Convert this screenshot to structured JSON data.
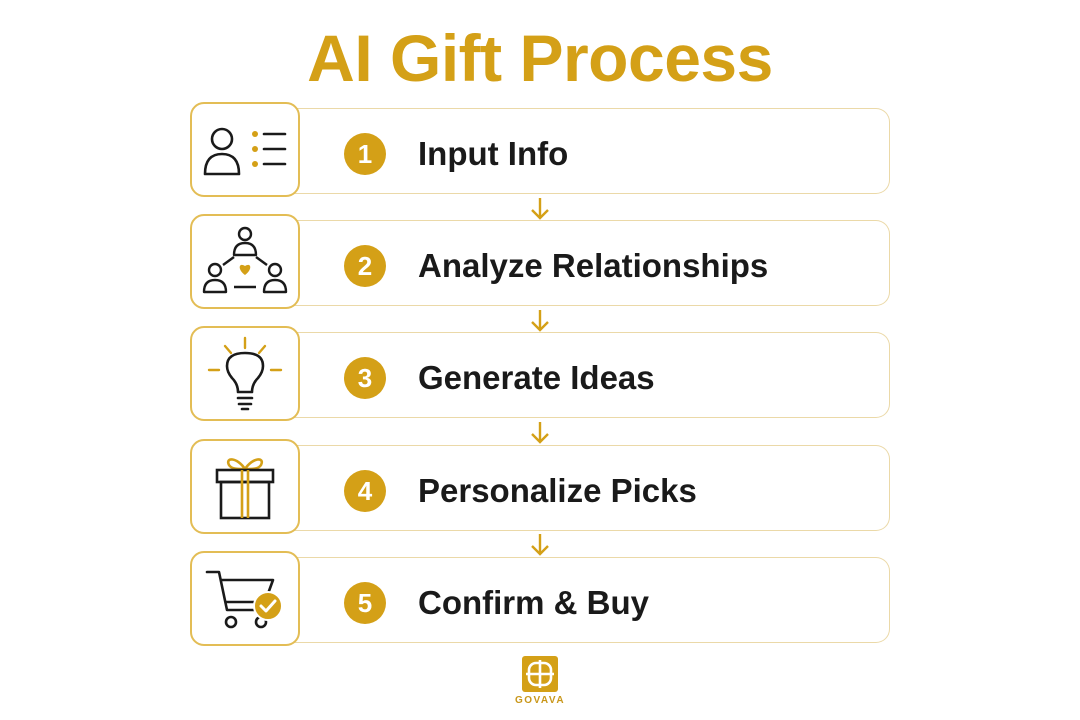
{
  "title": "AI Gift Process",
  "accent_color": "#D4A017",
  "steps": [
    {
      "number": "1",
      "label": "Input Info",
      "icon": "user-list-icon"
    },
    {
      "number": "2",
      "label": "Analyze Relationships",
      "icon": "relationship-network-icon"
    },
    {
      "number": "3",
      "label": "Generate Ideas",
      "icon": "lightbulb-icon"
    },
    {
      "number": "4",
      "label": "Personalize Picks",
      "icon": "gift-box-icon"
    },
    {
      "number": "5",
      "label": "Confirm & Buy",
      "icon": "cart-check-icon"
    }
  ],
  "logo": {
    "text": "GOVAVA"
  }
}
